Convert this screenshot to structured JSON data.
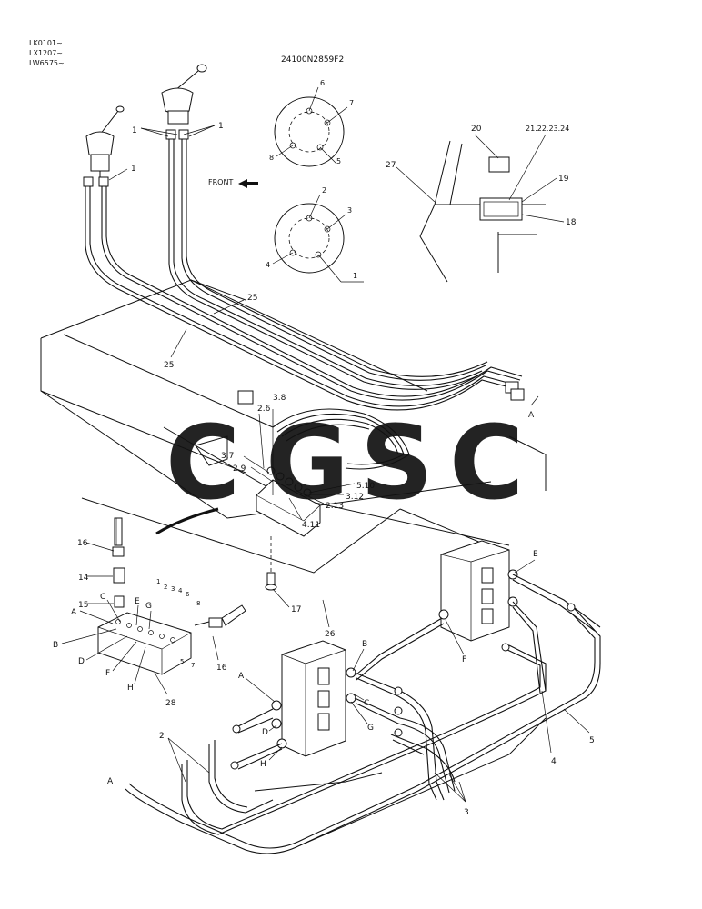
{
  "header": {
    "model_codes": [
      "LK0101~",
      "LX1207~",
      "LW6575~"
    ],
    "part_number": "24100N2859F2"
  },
  "front_label": "FRONT",
  "watermark": {
    "letters": [
      "C",
      "G",
      "S",
      "C"
    ],
    "colors": [
      "#4d8ef0",
      "#e8473f",
      "#f5c84a",
      "#3aa878"
    ]
  },
  "detail_view_labels": [
    "20",
    "21.22.23.24",
    "27",
    "19",
    "18"
  ],
  "port_labels_top": [
    "6",
    "7",
    "8",
    "5"
  ],
  "port_labels_bottom": [
    "2",
    "3",
    "4",
    "1"
  ],
  "callouts": {
    "c1a": "1",
    "c1b": "1",
    "c1c": "1",
    "c25a": "25",
    "c25b": "25",
    "c26": "2.6",
    "c38": "3.8",
    "c37": "3.7",
    "c29": "2.9",
    "c510": "5.10",
    "c312": "3.12",
    "c213": "2.13",
    "c411": "4.11",
    "c16a": "16",
    "c14": "14",
    "c15": "15",
    "c16b": "16",
    "c17": "17",
    "c26b": "26",
    "c28": "28",
    "c2": "2",
    "c3": "3",
    "c4": "4",
    "c5": "5"
  },
  "block_letters": [
    "A",
    "B",
    "C",
    "D",
    "E",
    "F",
    "G",
    "H"
  ],
  "block_port_numbers": [
    "1",
    "2",
    "3",
    "4",
    "5",
    "6",
    "7",
    "8"
  ],
  "valve_letters_left": [
    "A",
    "B",
    "C",
    "D",
    "G",
    "H"
  ],
  "valve_letters_right": [
    "E",
    "F"
  ],
  "section_marks": [
    "A",
    "A"
  ]
}
